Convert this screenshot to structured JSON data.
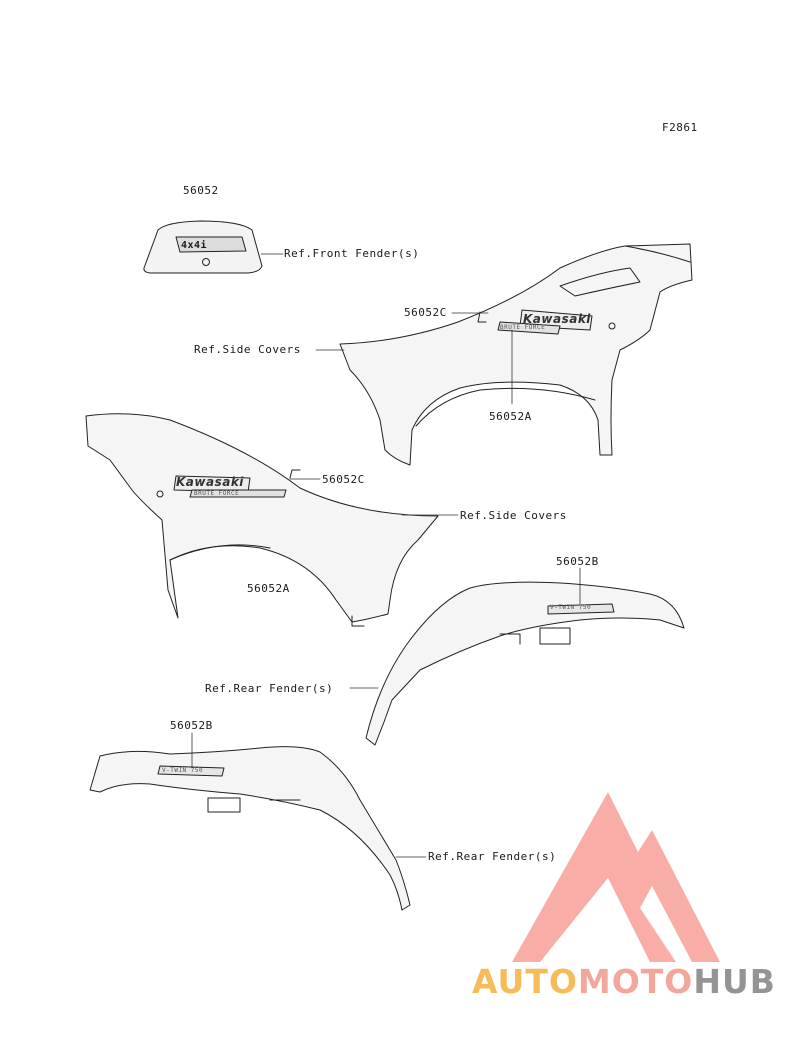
{
  "figure_code": "F2861",
  "part_numbers": {
    "emblem_4x4": "56052",
    "side_cover_right_emblem": "56052C",
    "side_cover_right_decal": "56052A",
    "side_cover_left_emblem": "56052C",
    "side_cover_left_decal": "56052A",
    "rear_fender_right_decal": "56052B",
    "rear_fender_left_decal": "56052B"
  },
  "references": {
    "front_fender": "Ref.Front Fender(s)",
    "side_covers_right": "Ref.Side Covers",
    "side_covers_left": "Ref.Side Covers",
    "rear_fender_right": "Ref.Rear Fender(s)",
    "rear_fender_left": "Ref.Rear Fender(s)"
  },
  "decal_text": {
    "emblem": "4x4i",
    "brand": "Kawasaki",
    "series": "BRUTE FORCE",
    "model": "V-TWIN 750"
  },
  "watermark": {
    "part1": "AUTO",
    "part2": "MOTO",
    "part3": "HUB",
    "colors": {
      "part1": "#f5a623",
      "part2": "#f08a7c",
      "part3": "#7a7a7a",
      "logo": "#f26b5e"
    }
  }
}
